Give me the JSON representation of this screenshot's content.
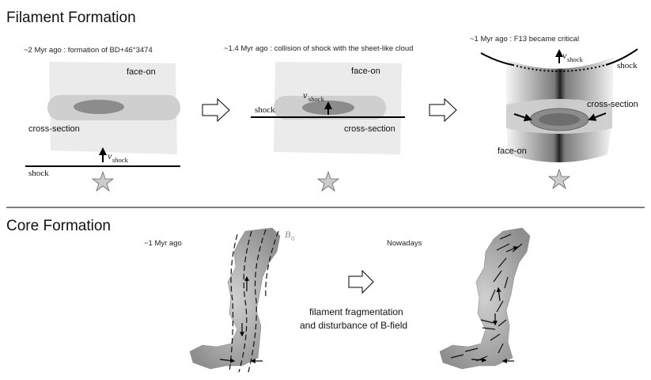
{
  "sections": {
    "filament_title": "Filament Formation",
    "core_title": "Core Formation"
  },
  "panel1": {
    "caption": "~2 Myr ago : formation of BD+46°3474",
    "face_on": "face-on",
    "cross_section": "cross-section",
    "shock": "shock",
    "v_symbol": "v",
    "v_sub": "shock"
  },
  "panel2": {
    "caption": "~1.4 Myr ago : collision of shock with the sheet-like cloud",
    "face_on": "face-on",
    "shock": "shock",
    "cross_section": "cross-section",
    "v_symbol": "v",
    "v_sub": "shock"
  },
  "panel3": {
    "caption": "~1 Myr ago : F13 became critical",
    "shock": "shock",
    "cross_section": "cross-section",
    "face_on": "face-on",
    "v_symbol": "v",
    "v_sub": "shock"
  },
  "core": {
    "left_caption": "~1 Myr ago",
    "right_caption": "Nowadays",
    "b0_symbol": "B",
    "b0_sub": "0",
    "middle_line1": "filament fragmentation",
    "middle_line2": "and disturbance of B-field"
  },
  "colors": {
    "sheet": "#ebebeb",
    "band": "#cfcfcf",
    "ellipse": "#8c8c8c",
    "star_fill": "#cccccc",
    "filament": "#9a9a9a"
  }
}
